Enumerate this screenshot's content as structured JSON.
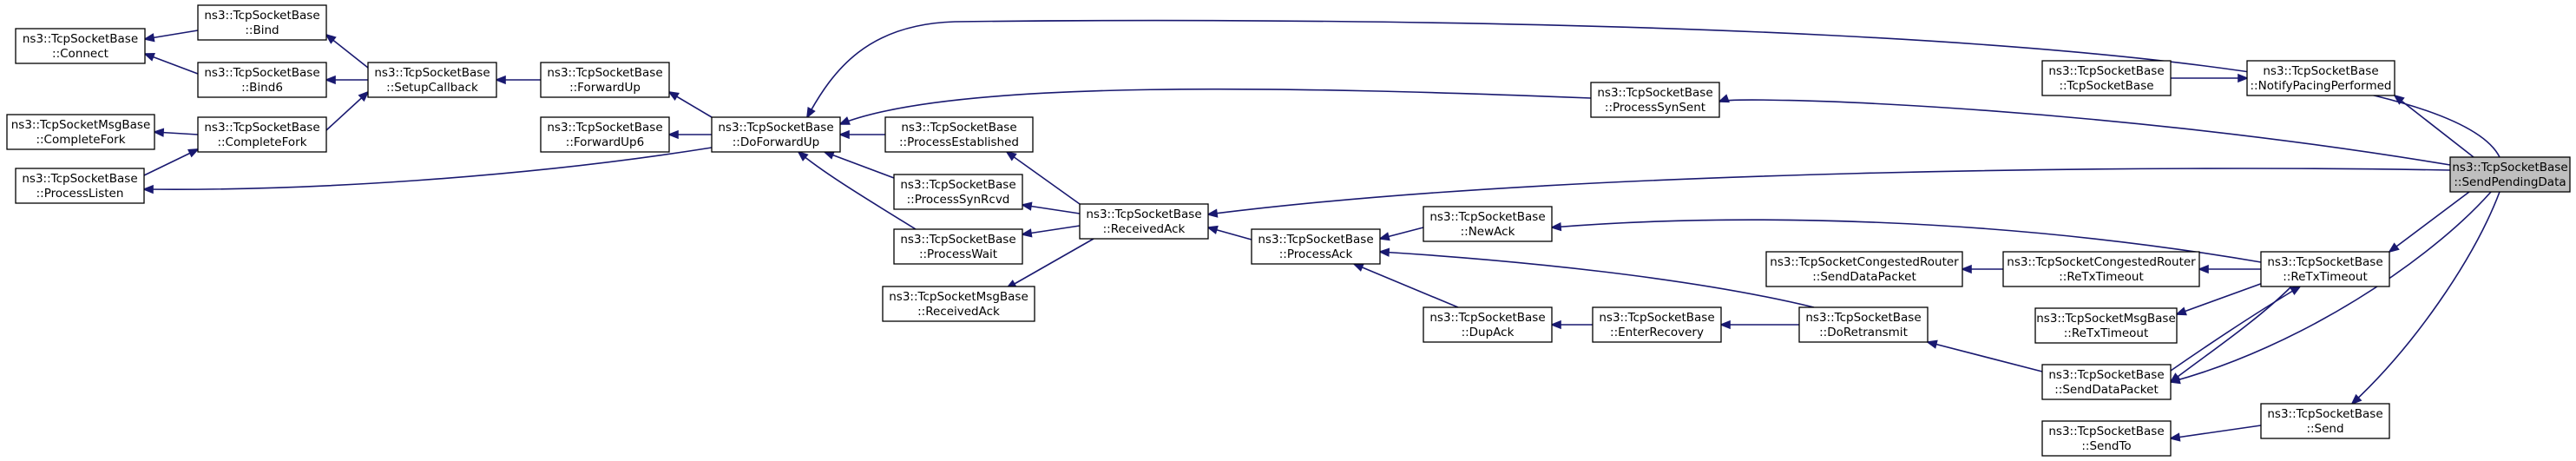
{
  "diagram": {
    "colors": {
      "edge": "#191970",
      "node_fill": "#ffffff",
      "node_border": "#000000",
      "highlight_fill": "#bfbfbf"
    },
    "nodes": [
      {
        "id": "connect",
        "line1": "ns3::TcpSocketBase",
        "line2": "::Connect"
      },
      {
        "id": "bind",
        "line1": "ns3::TcpSocketBase",
        "line2": "::Bind"
      },
      {
        "id": "bind6",
        "line1": "ns3::TcpSocketBase",
        "line2": "::Bind6"
      },
      {
        "id": "setupcallback",
        "line1": "ns3::TcpSocketBase",
        "line2": "::SetupCallback"
      },
      {
        "id": "msgcompletefork",
        "line1": "ns3::TcpSocketMsgBase",
        "line2": "::CompleteFork"
      },
      {
        "id": "completefork",
        "line1": "ns3::TcpSocketBase",
        "line2": "::CompleteFork"
      },
      {
        "id": "processlisten",
        "line1": "ns3::TcpSocketBase",
        "line2": "::ProcessListen"
      },
      {
        "id": "forwardup",
        "line1": "ns3::TcpSocketBase",
        "line2": "::ForwardUp"
      },
      {
        "id": "forwardup6",
        "line1": "ns3::TcpSocketBase",
        "line2": "::ForwardUp6"
      },
      {
        "id": "doforwardup",
        "line1": "ns3::TcpSocketBase",
        "line2": "::DoForwardUp"
      },
      {
        "id": "processestablished",
        "line1": "ns3::TcpSocketBase",
        "line2": "::ProcessEstablished"
      },
      {
        "id": "processsynrcvd",
        "line1": "ns3::TcpSocketBase",
        "line2": "::ProcessSynRcvd"
      },
      {
        "id": "processwait",
        "line1": "ns3::TcpSocketBase",
        "line2": "::ProcessWait"
      },
      {
        "id": "msgreceivedack",
        "line1": "ns3::TcpSocketMsgBase",
        "line2": "::ReceivedAck"
      },
      {
        "id": "receivedack",
        "line1": "ns3::TcpSocketBase",
        "line2": "::ReceivedAck"
      },
      {
        "id": "processack",
        "line1": "ns3::TcpSocketBase",
        "line2": "::ProcessAck"
      },
      {
        "id": "newack",
        "line1": "ns3::TcpSocketBase",
        "line2": "::NewAck"
      },
      {
        "id": "dupack",
        "line1": "ns3::TcpSocketBase",
        "line2": "::DupAck"
      },
      {
        "id": "enterrecovery",
        "line1": "ns3::TcpSocketBase",
        "line2": "::EnterRecovery"
      },
      {
        "id": "doretransmit",
        "line1": "ns3::TcpSocketBase",
        "line2": "::DoRetransmit"
      },
      {
        "id": "processsynsent",
        "line1": "ns3::TcpSocketBase",
        "line2": "::ProcessSynSent"
      },
      {
        "id": "ctor",
        "line1": "ns3::TcpSocketBase",
        "line2": "::TcpSocketBase"
      },
      {
        "id": "notifypacing",
        "line1": "ns3::TcpSocketBase",
        "line2": "::NotifyPacingPerformed"
      },
      {
        "id": "congsenddatapacket",
        "line1": "ns3::TcpSocketCongestedRouter",
        "line2": "::SendDataPacket"
      },
      {
        "id": "congretxtimeout",
        "line1": "ns3::TcpSocketCongestedRouter",
        "line2": "::ReTxTimeout"
      },
      {
        "id": "msgretxtimeout",
        "line1": "ns3::TcpSocketMsgBase",
        "line2": "::ReTxTimeout"
      },
      {
        "id": "senddatapacket",
        "line1": "ns3::TcpSocketBase",
        "line2": "::SendDataPacket"
      },
      {
        "id": "sendto",
        "line1": "ns3::TcpSocketBase",
        "line2": "::SendTo"
      },
      {
        "id": "retxtimeout",
        "line1": "ns3::TcpSocketBase",
        "line2": "::ReTxTimeout"
      },
      {
        "id": "send",
        "line1": "ns3::TcpSocketBase",
        "line2": "::Send"
      },
      {
        "id": "sendpendingdata",
        "line1": "ns3::TcpSocketBase",
        "line2": "::SendPendingData",
        "highlight": true
      }
    ]
  }
}
